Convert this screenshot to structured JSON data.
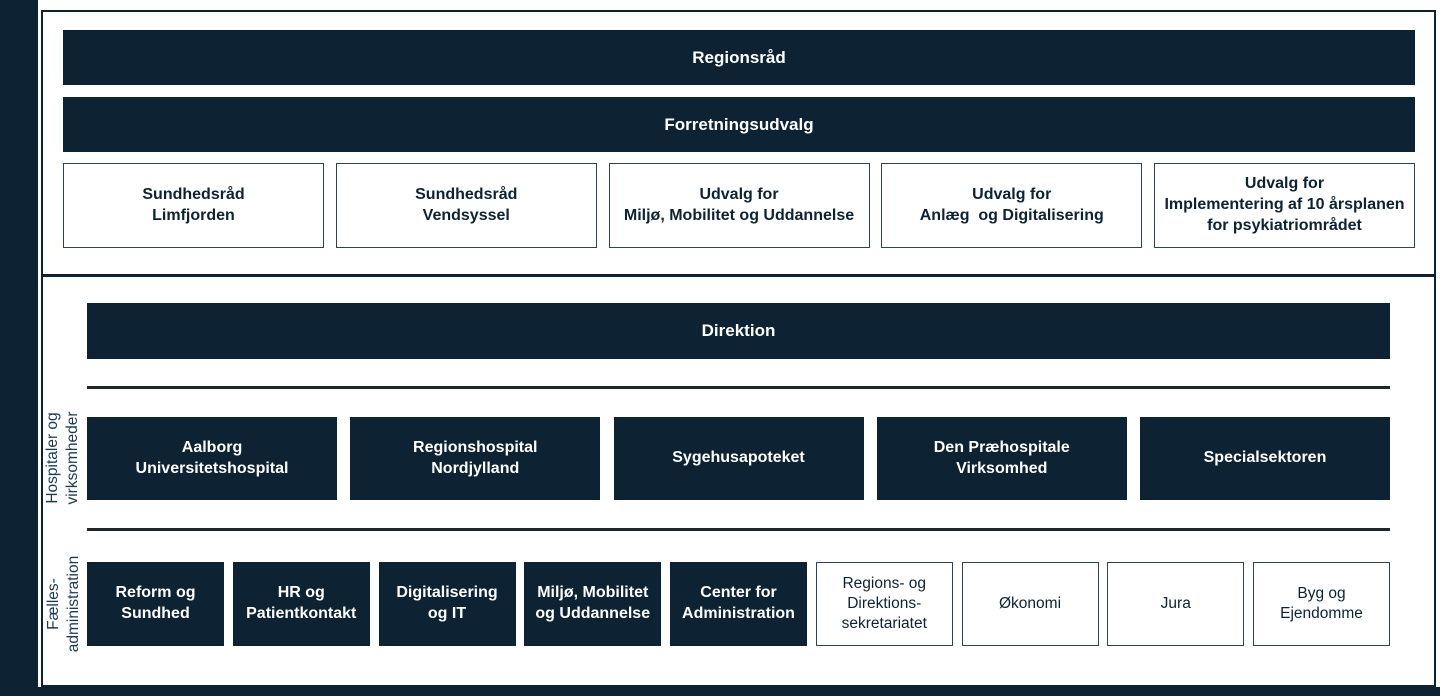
{
  "colors": {
    "navy": "#0d2232",
    "rule_dark": "#20262b",
    "light_box_border": "#2e4456",
    "side_label_text": "#1a3953"
  },
  "political": {
    "regionsraad": "Regionsråd",
    "forretningsudvalg": "Forretningsudvalg",
    "committees": [
      {
        "text": "Sundhedsråd\nLimfjorden"
      },
      {
        "text": "Sundhedsråd\nVendsyssel"
      },
      {
        "text": "Udvalg for\nMiljø, Mobilitet og Uddannelse"
      },
      {
        "text": "Udvalg for\nAnlæg  og Digitalisering"
      },
      {
        "text": "Udvalg for\nImplementering af 10 årsplanen\nfor psykiatriområdet"
      }
    ]
  },
  "administration": {
    "direktion": "Direktion",
    "hospitals_label": "Hospitaler og\nvirksomheder",
    "hospitals": [
      {
        "text": "Aalborg\nUniversitetshospital"
      },
      {
        "text": "Regionshospital\nNordjylland"
      },
      {
        "text": "Sygehusapoteket"
      },
      {
        "text": "Den Præhospitale\nVirksomhed"
      },
      {
        "text": "Specialsektoren"
      }
    ],
    "shared_label": "Fælles-\nadministration",
    "shared_units": [
      {
        "text": "Reform og\nSundhed",
        "style": "dark"
      },
      {
        "text": "HR og\nPatientkontakt",
        "style": "dark"
      },
      {
        "text": "Digitalisering\nog IT",
        "style": "dark"
      },
      {
        "text": "Miljø, Mobilitet\nog Uddannelse",
        "style": "dark"
      },
      {
        "text": "Center for\nAdministration",
        "style": "dark"
      },
      {
        "text": "Regions- og\nDirektions-\nsekretariatet",
        "style": "light"
      },
      {
        "text": "Økonomi",
        "style": "light"
      },
      {
        "text": "Jura",
        "style": "light"
      },
      {
        "text": "Byg og\nEjendomme",
        "style": "light"
      }
    ]
  }
}
